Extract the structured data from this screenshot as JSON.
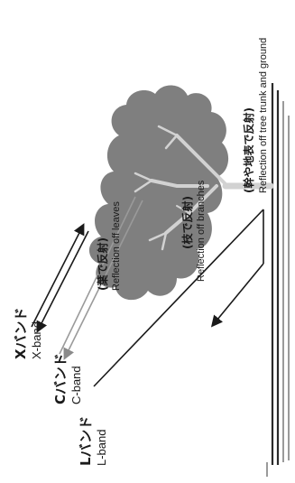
{
  "bands": [
    {
      "jp": "Xバンド",
      "en": "X-band"
    },
    {
      "jp": "Cバンド",
      "en": "C-band"
    },
    {
      "jp": "Lバンド",
      "en": "L-band"
    }
  ],
  "reflections": {
    "leaves": {
      "jp": "(葉で反射)",
      "en": "Reflection off leaves"
    },
    "branches": {
      "jp": "(枝で反射)",
      "en": "Reflection off branches"
    },
    "trunk_ground": {
      "jp": "(幹や地表で反射)",
      "en": "Reflection off tree trunk and ground"
    }
  },
  "colors": {
    "tree": "#7f7f7f",
    "trunk": "#d2d2d2",
    "ground_dark": "#2a2a2a",
    "ground_light": "#9a9a9a",
    "text": "#1a1a1a"
  }
}
